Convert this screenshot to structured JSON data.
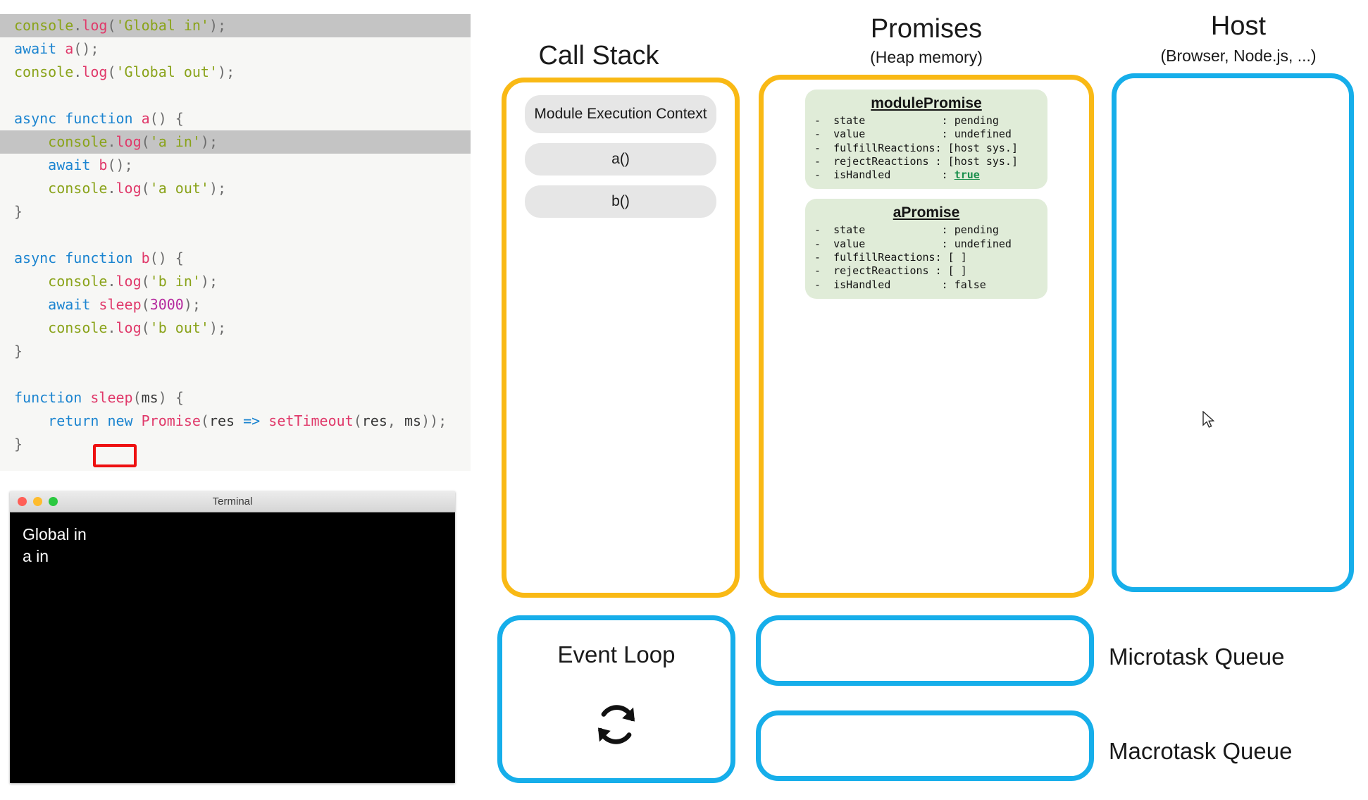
{
  "code_panel": {
    "lines": [
      {
        "highlight": true,
        "tokens": [
          {
            "t": "console",
            "c": "tok-obj"
          },
          {
            "t": ".",
            "c": "tok-punc"
          },
          {
            "t": "log",
            "c": "tok-fn"
          },
          {
            "t": "(",
            "c": "tok-punc"
          },
          {
            "t": "'Global in'",
            "c": "tok-str"
          },
          {
            "t": ")",
            "c": "tok-punc"
          },
          {
            "t": ";",
            "c": "tok-punc"
          }
        ]
      },
      {
        "highlight": false,
        "tokens": [
          {
            "t": "await ",
            "c": "tok-kw"
          },
          {
            "t": "a",
            "c": "tok-fn"
          },
          {
            "t": "()",
            "c": "tok-punc"
          },
          {
            "t": ";",
            "c": "tok-punc"
          }
        ]
      },
      {
        "highlight": false,
        "tokens": [
          {
            "t": "console",
            "c": "tok-obj"
          },
          {
            "t": ".",
            "c": "tok-punc"
          },
          {
            "t": "log",
            "c": "tok-fn"
          },
          {
            "t": "(",
            "c": "tok-punc"
          },
          {
            "t": "'Global out'",
            "c": "tok-str"
          },
          {
            "t": ")",
            "c": "tok-punc"
          },
          {
            "t": ";",
            "c": "tok-punc"
          }
        ]
      },
      {
        "highlight": false,
        "tokens": []
      },
      {
        "highlight": false,
        "tokens": [
          {
            "t": "async function ",
            "c": "tok-kw"
          },
          {
            "t": "a",
            "c": "tok-fn"
          },
          {
            "t": "() ",
            "c": "tok-punc"
          },
          {
            "t": "{",
            "c": "tok-punc"
          }
        ]
      },
      {
        "highlight": true,
        "tokens": [
          {
            "t": "    console",
            "c": "tok-obj"
          },
          {
            "t": ".",
            "c": "tok-punc"
          },
          {
            "t": "log",
            "c": "tok-fn"
          },
          {
            "t": "(",
            "c": "tok-punc"
          },
          {
            "t": "'a in'",
            "c": "tok-str"
          },
          {
            "t": ")",
            "c": "tok-punc"
          },
          {
            "t": ";",
            "c": "tok-punc"
          }
        ]
      },
      {
        "highlight": false,
        "tokens": [
          {
            "t": "    await ",
            "c": "tok-kw"
          },
          {
            "t": "b",
            "c": "tok-fn"
          },
          {
            "t": "()",
            "c": "tok-punc"
          },
          {
            "t": ";",
            "c": "tok-punc"
          }
        ]
      },
      {
        "highlight": false,
        "tokens": [
          {
            "t": "    console",
            "c": "tok-obj"
          },
          {
            "t": ".",
            "c": "tok-punc"
          },
          {
            "t": "log",
            "c": "tok-fn"
          },
          {
            "t": "(",
            "c": "tok-punc"
          },
          {
            "t": "'a out'",
            "c": "tok-str"
          },
          {
            "t": ")",
            "c": "tok-punc"
          },
          {
            "t": ";",
            "c": "tok-punc"
          }
        ]
      },
      {
        "highlight": false,
        "tokens": [
          {
            "t": "}",
            "c": "tok-punc"
          }
        ]
      },
      {
        "highlight": false,
        "tokens": []
      },
      {
        "highlight": false,
        "tokens": [
          {
            "t": "async function ",
            "c": "tok-kw"
          },
          {
            "t": "b",
            "c": "tok-fn"
          },
          {
            "t": "() ",
            "c": "tok-punc"
          },
          {
            "t": "{",
            "c": "tok-punc"
          }
        ]
      },
      {
        "highlight": false,
        "tokens": [
          {
            "t": "    console",
            "c": "tok-obj"
          },
          {
            "t": ".",
            "c": "tok-punc"
          },
          {
            "t": "log",
            "c": "tok-fn"
          },
          {
            "t": "(",
            "c": "tok-punc"
          },
          {
            "t": "'b in'",
            "c": "tok-str"
          },
          {
            "t": ")",
            "c": "tok-punc"
          },
          {
            "t": ";",
            "c": "tok-punc"
          }
        ]
      },
      {
        "highlight": false,
        "tokens": [
          {
            "t": "    await ",
            "c": "tok-kw"
          },
          {
            "t": "sleep",
            "c": "tok-fn"
          },
          {
            "t": "(",
            "c": "tok-punc"
          },
          {
            "t": "3000",
            "c": "tok-num"
          },
          {
            "t": ")",
            "c": "tok-punc"
          },
          {
            "t": ";",
            "c": "tok-punc"
          }
        ]
      },
      {
        "highlight": false,
        "tokens": [
          {
            "t": "    console",
            "c": "tok-obj"
          },
          {
            "t": ".",
            "c": "tok-punc"
          },
          {
            "t": "log",
            "c": "tok-fn"
          },
          {
            "t": "(",
            "c": "tok-punc"
          },
          {
            "t": "'b out'",
            "c": "tok-str"
          },
          {
            "t": ")",
            "c": "tok-punc"
          },
          {
            "t": ";",
            "c": "tok-punc"
          }
        ]
      },
      {
        "highlight": false,
        "tokens": [
          {
            "t": "}",
            "c": "tok-punc"
          }
        ]
      },
      {
        "highlight": false,
        "tokens": []
      },
      {
        "highlight": false,
        "tokens": [
          {
            "t": "function ",
            "c": "tok-kw"
          },
          {
            "t": "sleep",
            "c": "tok-fn"
          },
          {
            "t": "(",
            "c": "tok-punc"
          },
          {
            "t": "ms",
            "c": "tok-var"
          },
          {
            "t": ") ",
            "c": "tok-punc"
          },
          {
            "t": "{",
            "c": "tok-punc"
          }
        ]
      },
      {
        "highlight": false,
        "tokens": [
          {
            "t": "    return new ",
            "c": "tok-kw"
          },
          {
            "t": "Promise",
            "c": "tok-fn"
          },
          {
            "t": "(",
            "c": "tok-punc"
          },
          {
            "t": "res",
            "c": "tok-var"
          },
          {
            "t": " ",
            "c": "tok-punc"
          },
          {
            "t": "=>",
            "c": "tok-arrow"
          },
          {
            "t": " ",
            "c": "tok-punc"
          },
          {
            "t": "setTimeout",
            "c": "tok-fn"
          },
          {
            "t": "(",
            "c": "tok-punc"
          },
          {
            "t": "res",
            "c": "tok-var"
          },
          {
            "t": ", ",
            "c": "tok-punc"
          },
          {
            "t": "ms",
            "c": "tok-var"
          },
          {
            "t": "))",
            "c": "tok-punc"
          },
          {
            "t": ";",
            "c": "tok-punc"
          }
        ]
      },
      {
        "highlight": false,
        "tokens": [
          {
            "t": "}",
            "c": "tok-punc"
          }
        ]
      }
    ],
    "highlight_marker": "red-box-around-b-call"
  },
  "terminal": {
    "title": "Terminal",
    "output_lines": [
      "Global in",
      "a in"
    ],
    "traffic_lights": [
      "close-red",
      "minimize-yellow",
      "zoom-green"
    ]
  },
  "call_stack": {
    "title": "Call Stack",
    "frames": [
      {
        "label": "Module Execution Context",
        "size": "tall"
      },
      {
        "label": "a()",
        "size": "short"
      },
      {
        "label": "b()",
        "size": "short"
      }
    ]
  },
  "promises": {
    "title": "Promises",
    "subtitle": "(Heap memory)",
    "cards": [
      {
        "name": "modulePromise",
        "rows": [
          {
            "key": "-  state            : ",
            "value": "pending",
            "value_style": "plain"
          },
          {
            "key": "-  value            : ",
            "value": "undefined",
            "value_style": "plain"
          },
          {
            "key": "-  fulfillReactions: ",
            "value": "[host sys.]",
            "value_style": "plain"
          },
          {
            "key": "-  rejectReactions : ",
            "value": "[host sys.]",
            "value_style": "plain"
          },
          {
            "key": "-  isHandled        : ",
            "value": "true",
            "value_style": "true"
          }
        ]
      },
      {
        "name": "aPromise",
        "rows": [
          {
            "key": "-  state            : ",
            "value": "pending",
            "value_style": "plain"
          },
          {
            "key": "-  value            : ",
            "value": "undefined",
            "value_style": "plain"
          },
          {
            "key": "-  fulfillReactions: ",
            "value": "[ ]",
            "value_style": "plain"
          },
          {
            "key": "-  rejectReactions : ",
            "value": "[ ]",
            "value_style": "plain"
          },
          {
            "key": "-  isHandled        : ",
            "value": "false",
            "value_style": "plain"
          }
        ]
      }
    ]
  },
  "host": {
    "title": "Host",
    "subtitle": "(Browser, Node.js, ...)",
    "contents": []
  },
  "event_loop": {
    "title": "Event Loop",
    "icon": "refresh-loop-icon"
  },
  "queues": {
    "microtask_label": "Microtask Queue",
    "macrotask_label": "Macrotask Queue",
    "microtask_items": [],
    "macrotask_items": []
  },
  "colors": {
    "amber_border": "#f9b915",
    "blue_border": "#16aeea",
    "promise_card_bg": "#e0ecd8",
    "stack_frame_bg": "#e6e6e6",
    "code_bg": "#f7f7f5",
    "code_highlight": "#c4c4c4",
    "red_marker": "#ee1111",
    "true_green": "#1a8f4c",
    "terminal_bg": "#000000"
  }
}
